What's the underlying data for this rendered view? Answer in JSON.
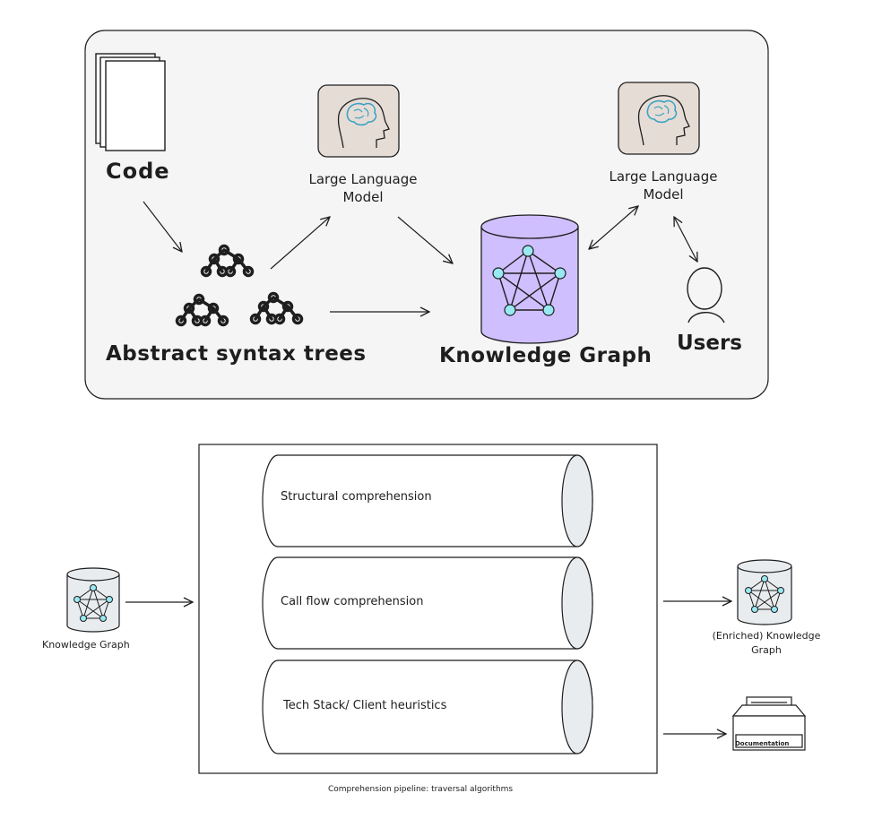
{
  "top": {
    "code_label": "Code",
    "llm_left_label": "Large Language Model",
    "llm_right_label": "Large Language Model",
    "ast_label": "Abstract syntax trees",
    "kg_label": "Knowledge Graph",
    "users_label": "Users"
  },
  "bottom": {
    "kg_input_label": "Knowledge Graph",
    "stages": [
      "Structural comprehension",
      "Call flow comprehension",
      "Tech Stack/ Client heuristics"
    ],
    "enriched_label": "(Enriched) Knowledge Graph",
    "documentation_label": "Documentation",
    "caption": "Comprehension pipeline: traversal algorithms"
  },
  "colors": {
    "panel_fill": "#f5f5f6",
    "graph_node": "#99e9f2",
    "db_fill_main": "#d0bfff",
    "db_fill_small": "#e9ecef",
    "brain": "#3ba3c4",
    "llm_tile": "#e6dcd6",
    "stroke": "#1e1e1e"
  },
  "icons": [
    "document-stack-icon",
    "brain-head-icon",
    "tree-icon",
    "database-icon",
    "user-icon",
    "file-cabinet-icon"
  ]
}
